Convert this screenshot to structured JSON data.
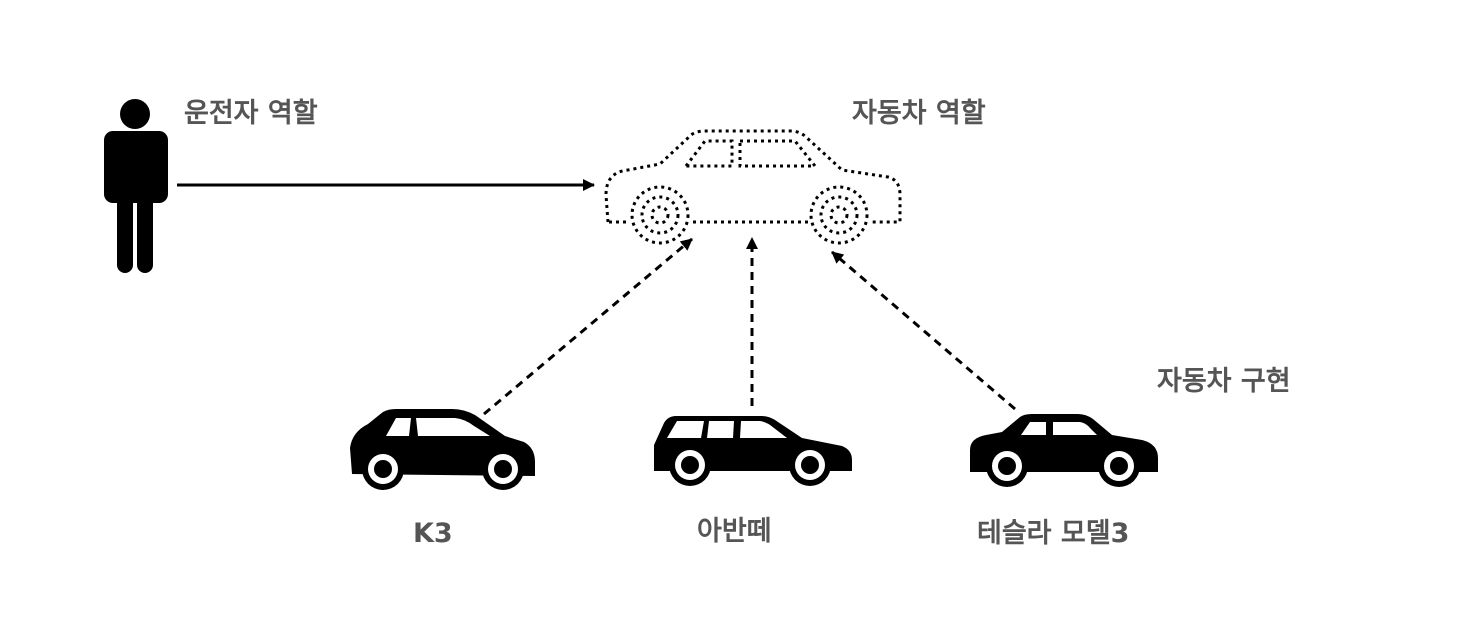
{
  "labels": {
    "driver_role": "운전자 역할",
    "car_role": "자동차 역할",
    "car_implementation": "자동차 구현",
    "k3": "K3",
    "avante": "아반떼",
    "tesla": "테슬라 모델3"
  },
  "colors": {
    "text": "#555555",
    "icon": "#000000",
    "background": "#ffffff"
  },
  "icons": {
    "driver": "person-icon",
    "car_role": "dotted-car-icon",
    "k3": "hatchback-car-icon",
    "avante": "wagon-car-icon",
    "tesla": "sedan-car-icon"
  }
}
